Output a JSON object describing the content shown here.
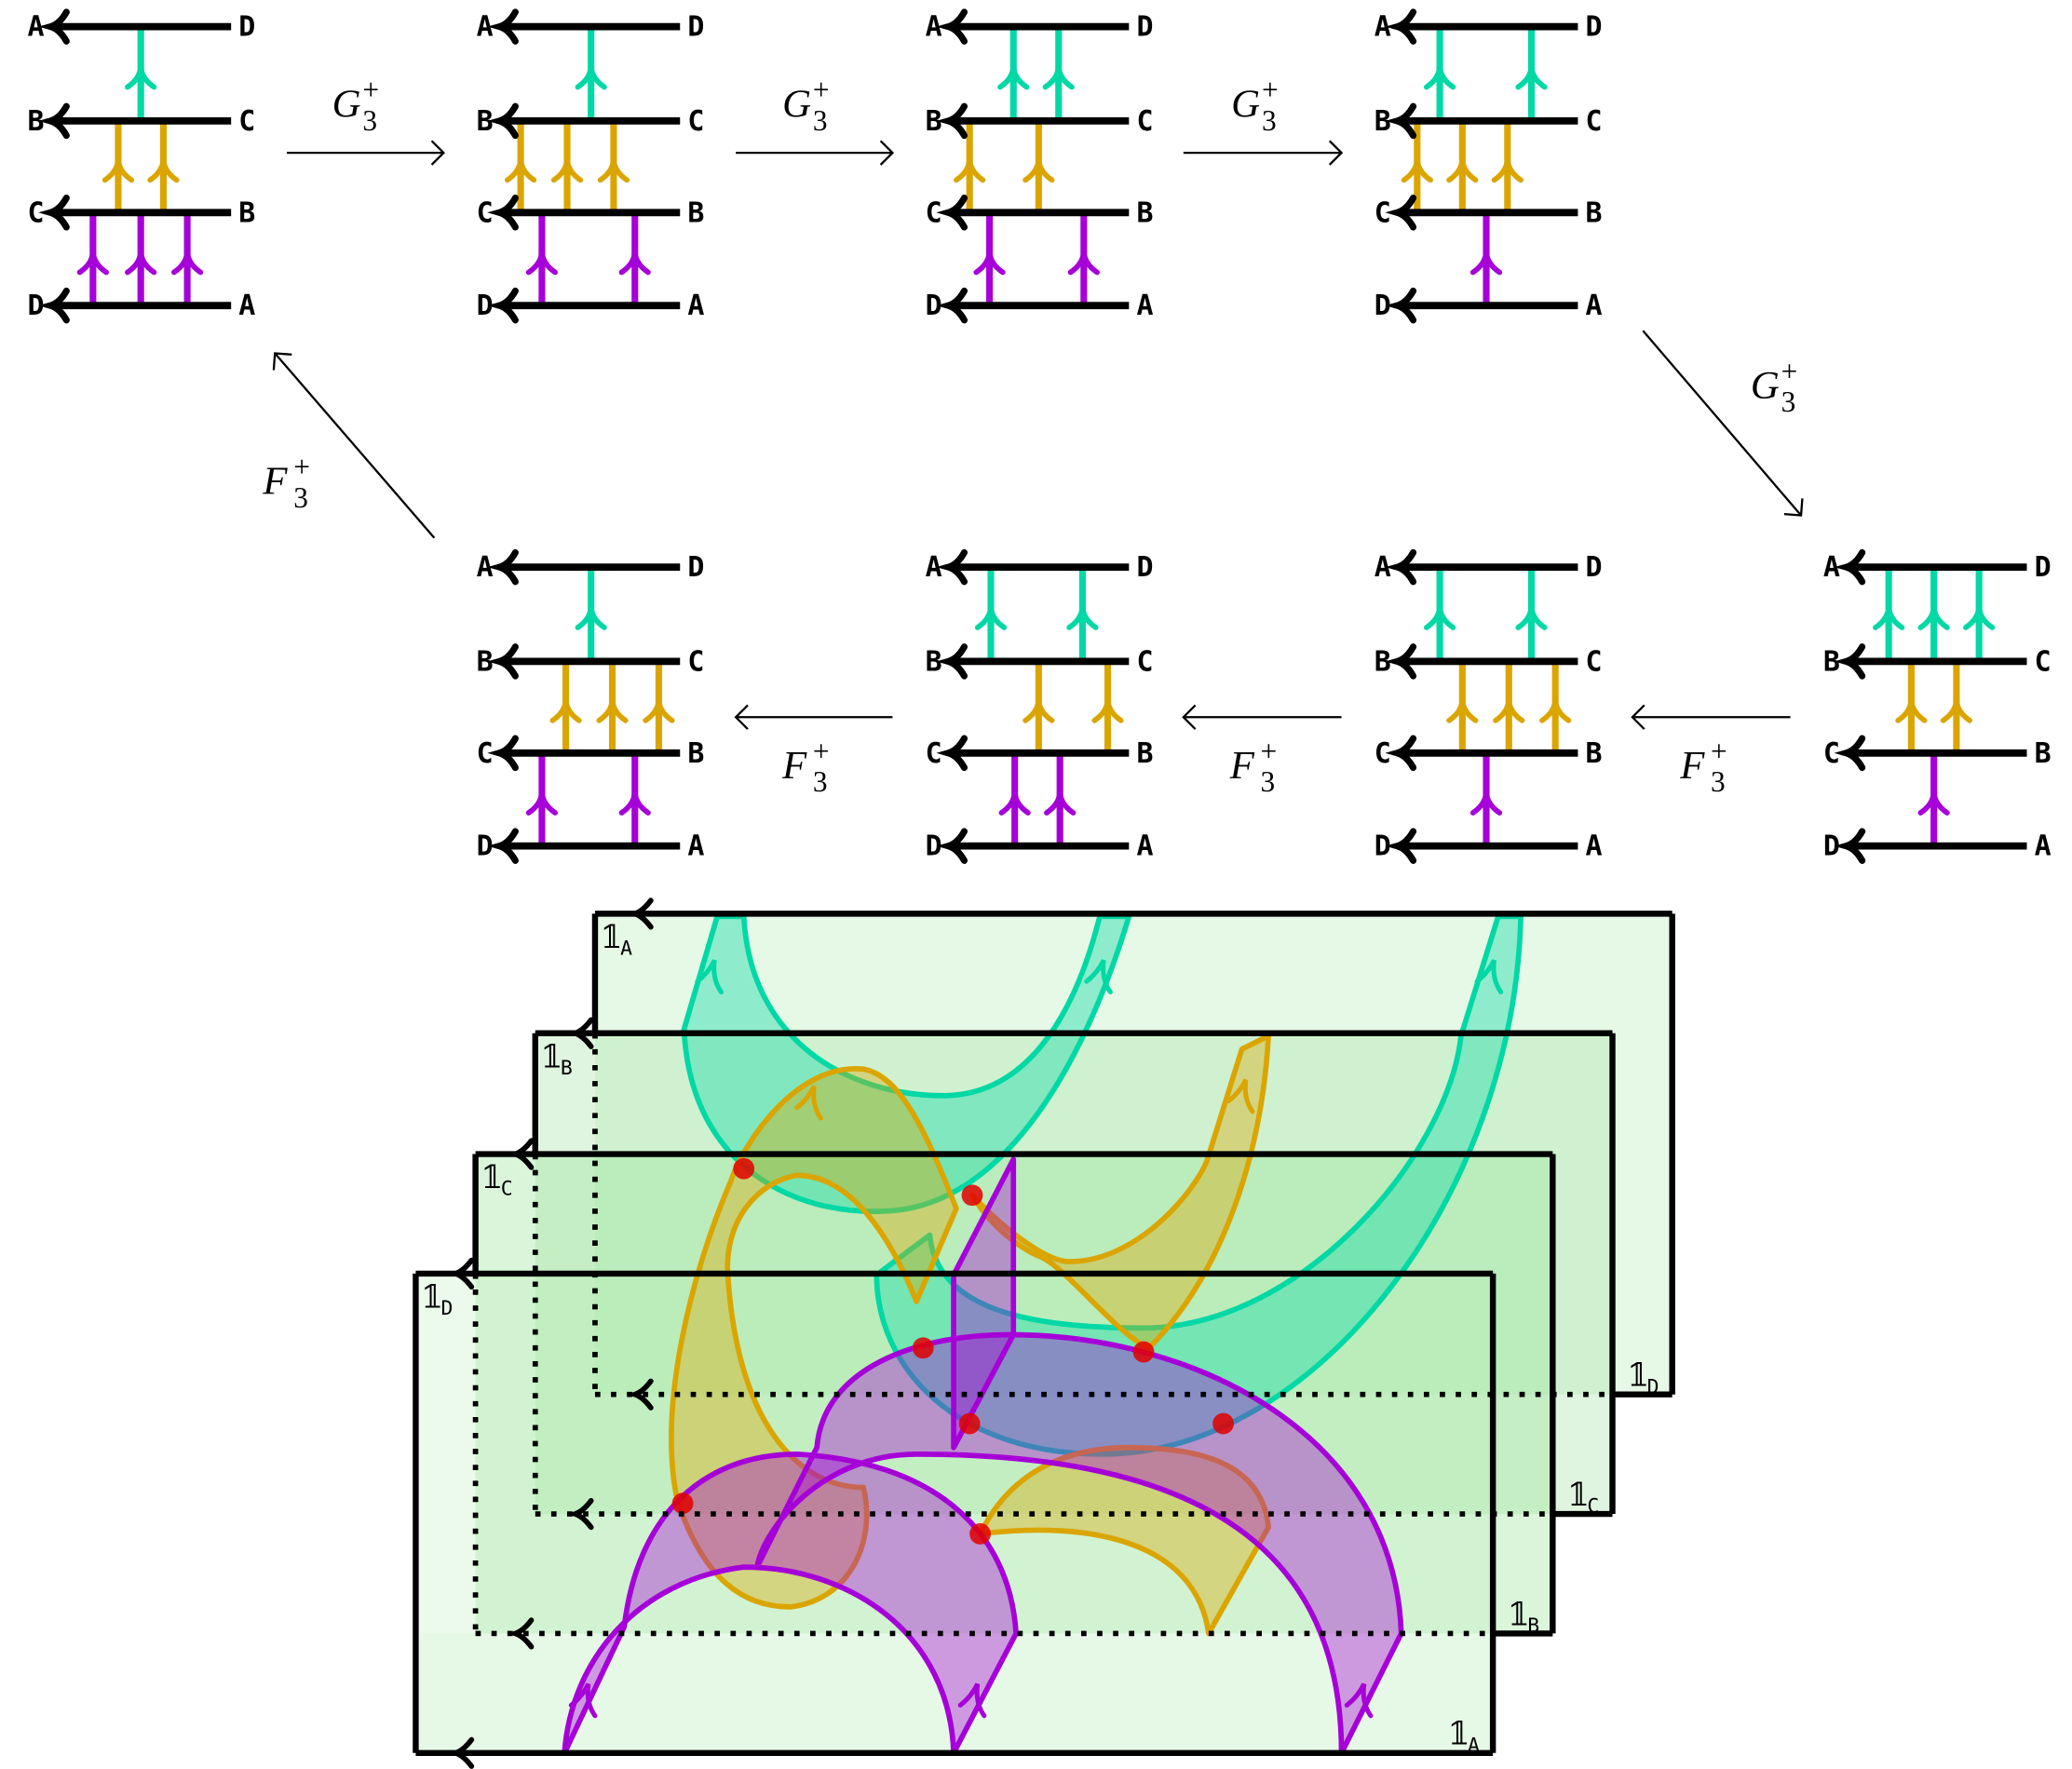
{
  "colors": {
    "teal": "#00d8a5",
    "gold": "#dba500",
    "purple": "#a600d8",
    "line": "#000000",
    "marker": "#e00000",
    "sheet": "#e4f7e4"
  },
  "row_labels_left": [
    "A",
    "B",
    "C",
    "D"
  ],
  "row_labels_right": [
    "D",
    "C",
    "B",
    "A"
  ],
  "diagrams": [
    {
      "strands": {
        "teal": 1,
        "gold": 2,
        "purple": 3
      }
    },
    {
      "strands": {
        "teal": 1,
        "gold": 3,
        "purple": 2
      }
    },
    {
      "strands": {
        "teal": 2,
        "gold": 2,
        "purple": 2
      }
    },
    {
      "strands": {
        "teal": 2,
        "gold": 3,
        "purple": 1
      }
    },
    {
      "strands": {
        "teal": 3,
        "gold": 2,
        "purple": 1
      }
    },
    {
      "strands": {
        "teal": 2,
        "gold": 3,
        "purple": 1
      }
    },
    {
      "strands": {
        "teal": 2,
        "gold": 2,
        "purple": 2
      }
    },
    {
      "strands": {
        "teal": 1,
        "gold": 3,
        "purple": 2
      }
    }
  ],
  "moves": [
    {
      "name": "G",
      "sub": "3",
      "sup": "+"
    },
    {
      "name": "G",
      "sub": "3",
      "sup": "+"
    },
    {
      "name": "G",
      "sub": "3",
      "sup": "+"
    },
    {
      "name": "G",
      "sub": "3",
      "sup": "+"
    },
    {
      "name": "F",
      "sub": "3",
      "sup": "+"
    },
    {
      "name": "F",
      "sub": "3",
      "sup": "+"
    },
    {
      "name": "F",
      "sub": "3",
      "sup": "+"
    },
    {
      "name": "F",
      "sub": "3",
      "sup": "+"
    }
  ],
  "sheets": [
    {
      "symbol": "𝟙",
      "top_sub": "A",
      "bottom_sub": "D"
    },
    {
      "symbol": "𝟙",
      "top_sub": "B",
      "bottom_sub": "C"
    },
    {
      "symbol": "𝟙",
      "top_sub": "C",
      "bottom_sub": "B"
    },
    {
      "symbol": "𝟙",
      "top_sub": "D",
      "bottom_sub": "A"
    }
  ]
}
